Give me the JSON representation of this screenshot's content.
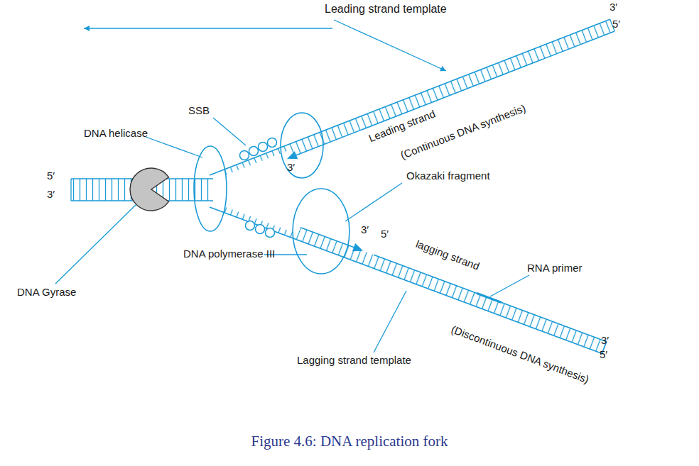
{
  "diagram": {
    "caption": "Figure 4.6: DNA replication fork",
    "labels": [
      "Leading strand template",
      "3′",
      "5′",
      "SSB",
      "DNA helicase",
      "Leading strand",
      "(Continuous DNA synthesis)",
      "3′",
      "Okazaki fragment",
      "5′",
      "3′",
      "3′",
      "5′",
      "lagging strand",
      "DNA polymerase III",
      "RNA primer",
      "DNA Gyrase",
      "(Discontinuous DNA synthesis)",
      "Lagging strand template",
      "3′",
      "5′"
    ]
  }
}
